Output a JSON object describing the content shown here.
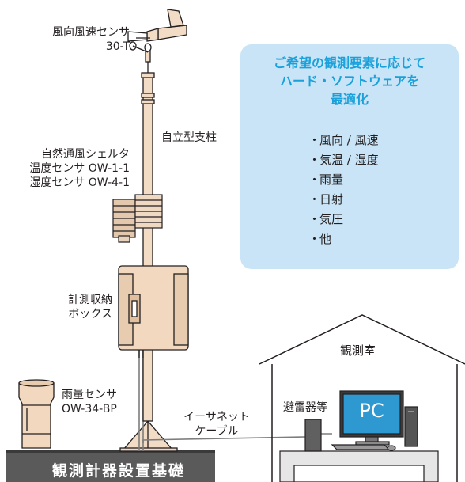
{
  "labels": {
    "wind_sensor": [
      "風向風速センサ",
      "30-T"
    ],
    "pole": "自立型支柱",
    "shelter": [
      "自然通風シェルタ",
      "温度センサ OW-1-1",
      "湿度センサ OW-4-1"
    ],
    "storage_box": [
      "計測収納",
      "ボックス"
    ],
    "rain_gauge": [
      "雨量センサ",
      "OW-34-BP"
    ],
    "ethernet": [
      "イーサネット",
      "ケーブル"
    ],
    "arrester": "避雷器等",
    "observation_room": "観測室",
    "pc": "PC",
    "foundation": "観測計器設置基礎"
  },
  "info_box": {
    "heading": [
      "ご希望の観測要素に応じて",
      "ハード・ソフトウェアを",
      "最適化"
    ],
    "items": [
      "風向 / 風速",
      "気温 / 湿度",
      "雨量",
      "日射",
      "気圧",
      "他"
    ]
  },
  "colors": {
    "info_bg": "#c8e4f6",
    "accent": "#1aa0da",
    "screen": "#2e99d0",
    "foundation": "#5a5a5a",
    "pole": "#f3dcc6",
    "line": "#231f20"
  },
  "icons": [
    "wind-vane-icon",
    "radiation-shield-icon",
    "enclosure-box-icon",
    "rain-gauge-icon",
    "computer-icon",
    "house-icon"
  ]
}
